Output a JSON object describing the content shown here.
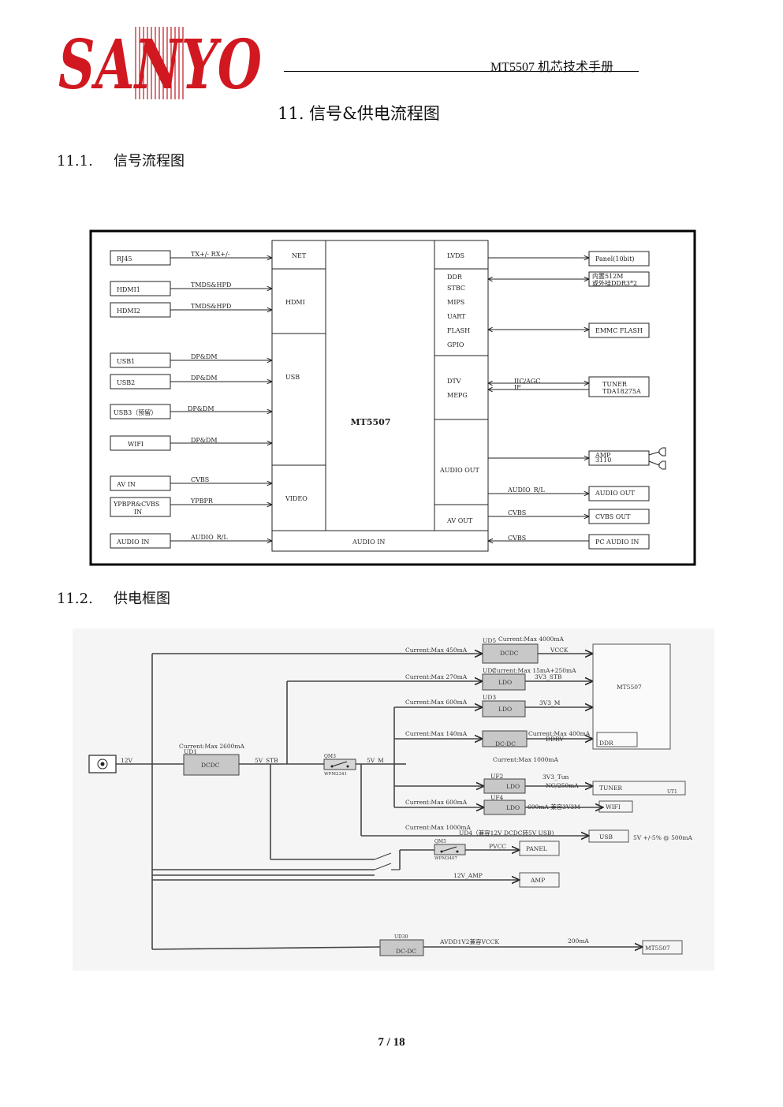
{
  "header": {
    "logo_text": "SANYO",
    "doc_title": "MT5507 机芯技术手册"
  },
  "page_title": "11. 信号&供电流程图",
  "sections": [
    {
      "num": "11.1.",
      "title": "信号流程图"
    },
    {
      "num": "11.2.",
      "title": "供电框图"
    }
  ],
  "signal_flow": {
    "chip": "MT5507",
    "left_sources": [
      "RJ45",
      "HDMI1",
      "HDMI2",
      "USB1",
      "USB2",
      "USB3（预留）",
      "WIFI",
      "AV IN",
      "YPBPR&CVBS",
      "IN",
      "AUDIO IN"
    ],
    "left_signals": [
      "TX+/- RX+/-",
      "TMDS&HPD",
      "TMDS&HPD",
      "DP&DM",
      "DP&DM",
      "DP&DM",
      "DP&DM",
      "CVBS",
      "YPBPR",
      "AUDIO_R/L"
    ],
    "chip_left_blocks": [
      "NET",
      "HDMI",
      "USB",
      "VIDEO"
    ],
    "chip_bottom_block": "AUDIO IN",
    "chip_right_blocks": [
      "LVDS",
      "DDR",
      "STBC",
      "MIPS",
      "UART",
      "FLASH",
      "GPIO",
      "DTV",
      "MEPG",
      "AUDIO OUT",
      "AV OUT"
    ],
    "right_signals": [
      "IIC/AGC",
      "IF",
      "AUDIO_R/L",
      "CVBS",
      "CVBS"
    ],
    "right_targets": [
      "Panel(10bit)",
      "内置512M",
      "或外挂DDR3*2",
      "EMMC FLASH",
      "TUNER",
      "TDA18275A",
      "AMP",
      "3110",
      "AUDIO OUT",
      "CVBS OUT",
      "PC AUDIO IN"
    ]
  },
  "power_tree": {
    "input": "12V",
    "ud1": {
      "ref": "UD1",
      "name": "DCDC",
      "current": "Current:Max 2600mA",
      "out": "5V_STB"
    },
    "ud5": {
      "ref": "UD5",
      "name": "DCDC",
      "current_in": "Current:Max 450mA",
      "current_out": "Current:Max 4000mA",
      "out": "VCCK"
    },
    "ud2": {
      "ref": "UD2",
      "name": "LDO",
      "current_in": "Current:Max 270mA",
      "current_out": "Current:Max 15mA+250mA",
      "out": "3V3_STB"
    },
    "ud3": {
      "ref": "UD3",
      "name": "LDO",
      "current_in": "Current:Max 600mA",
      "out": "3V3_M"
    },
    "dcdc_ddr": {
      "name": "DC-DC",
      "current_in": "Current:Max 140mA",
      "current_out": "Current:Max 400mA",
      "out": "DDRV",
      "target": "DDR"
    },
    "mt5507": "MT5507",
    "qm3": {
      "ref": "QM3",
      "part": "WPM2341",
      "out": "5V_M",
      "current": "Current:Max 1000mA"
    },
    "uf2": {
      "ref": "UF2",
      "name": "LDO",
      "out": "3V3_Tun",
      "out2": "NC/250mA",
      "target": "TUNER",
      "target_ref": "UT1"
    },
    "uf4": {
      "ref": "UF4",
      "name": "LDO",
      "current_in": "Current:Max 600mA",
      "out": "600mA 兼容3V3M",
      "target": "WIFI"
    },
    "ud4": {
      "current": "Current:Max 1000mA",
      "label": "UD4（兼容12V DCDC转5V USB)",
      "target": "USB",
      "spec": "5V +/-5% @ 500mA"
    },
    "qm5": {
      "ref": "QM5",
      "part": "WPM3407",
      "out": "PVCC",
      "target": "PANEL"
    },
    "amp": {
      "rail": "12V_AMP",
      "target": "AMP"
    },
    "ud30": {
      "ref": "UD30",
      "name": "DC-DC",
      "out": "AVDD1V2兼容VCCK",
      "current": "200mA",
      "target": "MT5507"
    }
  },
  "footer": {
    "page_number": "7 / 18"
  }
}
